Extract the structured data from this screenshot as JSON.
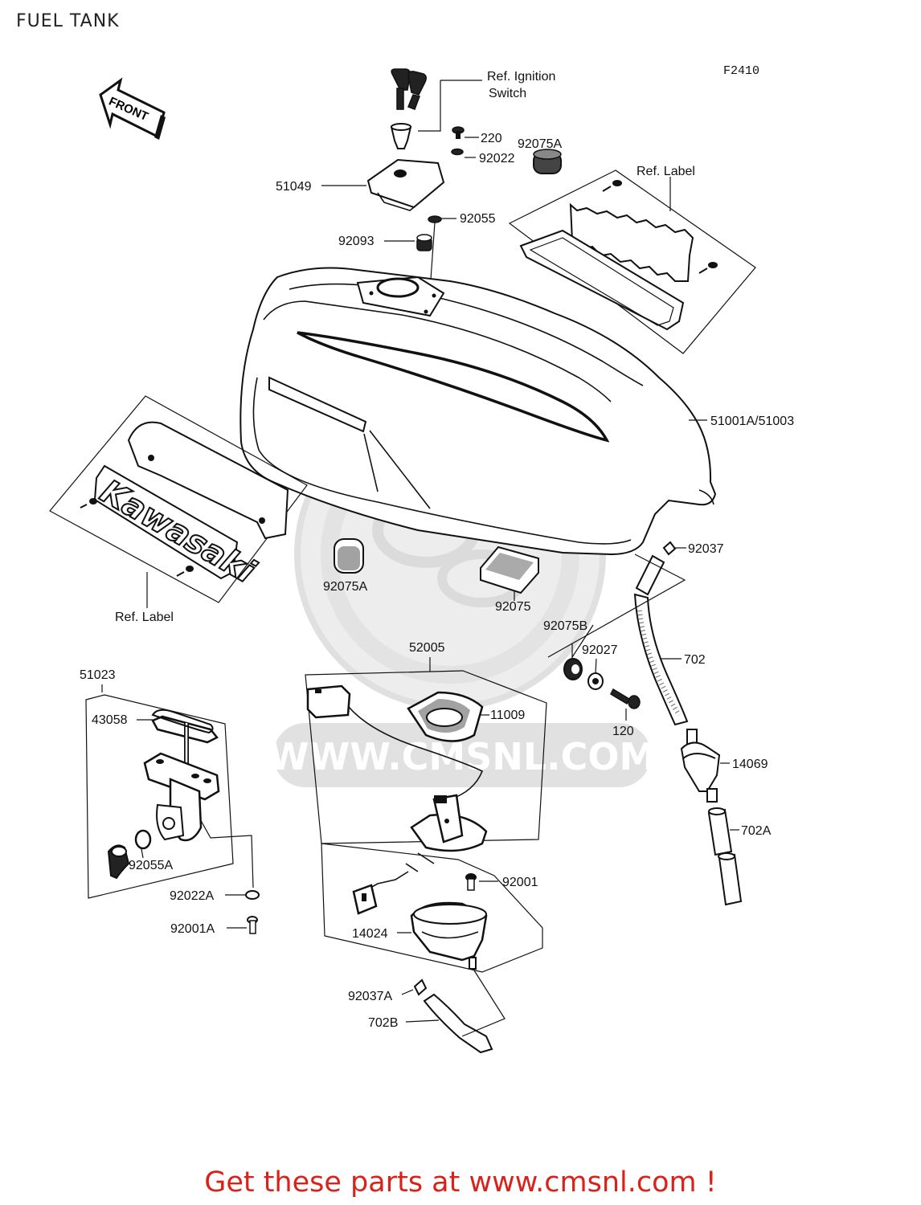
{
  "title": "FUEL TANK",
  "figure_code": "F2410",
  "front_label": "FRONT",
  "watermark": "WWW.CMSNL.COM",
  "footer": "Get these parts at www.cmsnl.com !",
  "brand_text": "Kawasaki",
  "parts": {
    "ref_ignition_1": "Ref. Ignition",
    "ref_ignition_2": "Switch",
    "p220": "220",
    "p92022": "92022",
    "p92075A_top": "92075A",
    "ref_label_top": "Ref.  Label",
    "p51049": "51049",
    "p92055": "92055",
    "p92093": "92093",
    "p51001A": "51001A/51003",
    "p92037": "92037",
    "p92075A_mid": "92075A",
    "p92075": "92075",
    "ref_label_left": "Ref.  Label",
    "p92075B": "92075B",
    "p92027": "92027",
    "p702": "702",
    "p51023": "51023",
    "p52005": "52005",
    "p43058": "43058",
    "p11009": "11009",
    "p120": "120",
    "p14069": "14069",
    "p702A": "702A",
    "p92055A": "92055A",
    "p92001": "92001",
    "p92022A": "92022A",
    "p14024": "14024",
    "p92001A": "92001A",
    "p92037A": "92037A",
    "p702B": "702B"
  },
  "colors": {
    "footer": "#d8221a",
    "watermark": "#d9d9d9",
    "line": "#111111"
  }
}
